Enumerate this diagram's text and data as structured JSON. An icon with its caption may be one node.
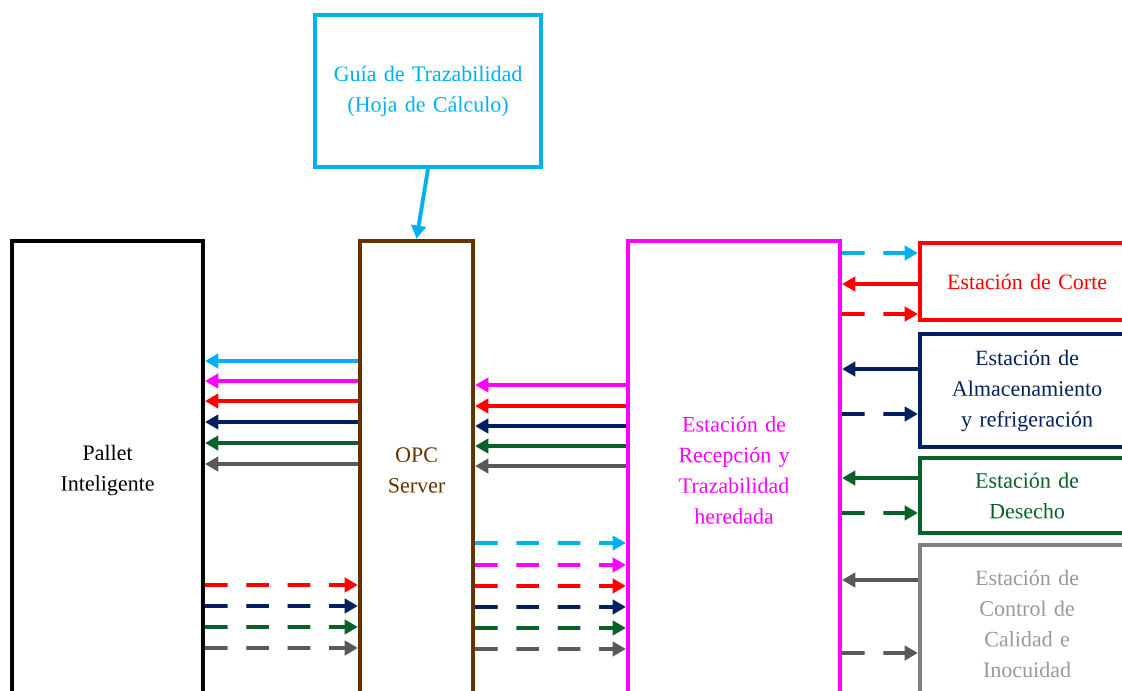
{
  "diagram": {
    "nodes": [
      {
        "text": [
          "Guía de Trazabilidad (Hoja de Cálculo)"
        ]
      },
      {
        "text": [
          "Pallet Inteligente"
        ]
      },
      {
        "text": [
          "OPC Server"
        ]
      },
      {
        "text": [
          "Estación de Recepción y Trazabilidad heredada"
        ]
      },
      {
        "text": [
          "Estación de Corte"
        ]
      },
      {
        "text": [
          "Estación de Almacenamiento y refrigeración"
        ]
      },
      {
        "text": [
          "Estación de Desecho"
        ]
      },
      {
        "text": [
          "Estación de Control de Calidad e Inocuidad"
        ]
      }
    ],
    "edges": [
      {
        "from": 0,
        "to": 2,
        "arrow": "to",
        "color": "#00b0f0"
      },
      {
        "from": 2,
        "to": 1,
        "arrow": "to",
        "color": "#00b0f0"
      },
      {
        "from": 2,
        "to": 1,
        "arrow": "to",
        "color": "#ff00ff"
      },
      {
        "from": 2,
        "to": 1,
        "arrow": "to",
        "color": "#ff0000"
      },
      {
        "from": 2,
        "to": 1,
        "arrow": "to",
        "color": "#002060"
      },
      {
        "from": 2,
        "to": 1,
        "arrow": "to",
        "color": "#0a6128"
      },
      {
        "from": 2,
        "to": 1,
        "arrow": "to",
        "color": "#595959"
      },
      {
        "from": 1,
        "to": 2,
        "arrow": "to",
        "style": "dashed",
        "color": "#ff0000"
      },
      {
        "from": 1,
        "to": 2,
        "arrow": "to",
        "style": "dashed",
        "color": "#002060"
      },
      {
        "from": 1,
        "to": 2,
        "arrow": "to",
        "style": "dashed",
        "color": "#0a6128"
      },
      {
        "from": 1,
        "to": 2,
        "arrow": "to",
        "style": "dashed",
        "color": "#595959"
      },
      {
        "from": 3,
        "to": 2,
        "arrow": "to",
        "color": "#ff00ff"
      },
      {
        "from": 3,
        "to": 2,
        "arrow": "to",
        "color": "#ff0000"
      },
      {
        "from": 3,
        "to": 2,
        "arrow": "to",
        "color": "#002060"
      },
      {
        "from": 3,
        "to": 2,
        "arrow": "to",
        "color": "#0a6128"
      },
      {
        "from": 3,
        "to": 2,
        "arrow": "to",
        "color": "#595959"
      },
      {
        "from": 2,
        "to": 3,
        "arrow": "to",
        "style": "dashed",
        "color": "#00b0f0"
      },
      {
        "from": 2,
        "to": 3,
        "arrow": "to",
        "style": "dashed",
        "color": "#ff00ff"
      },
      {
        "from": 2,
        "to": 3,
        "arrow": "to",
        "style": "dashed",
        "color": "#ff0000"
      },
      {
        "from": 2,
        "to": 3,
        "arrow": "to",
        "style": "dashed",
        "color": "#002060"
      },
      {
        "from": 2,
        "to": 3,
        "arrow": "to",
        "style": "dashed",
        "color": "#0a6128"
      },
      {
        "from": 2,
        "to": 3,
        "arrow": "to",
        "style": "dashed",
        "color": "#595959"
      },
      {
        "from": 3,
        "to": 4,
        "arrow": "to",
        "style": "dashed",
        "color": "#00b0f0"
      },
      {
        "from": 4,
        "to": 3,
        "arrow": "to",
        "color": "#ff0000"
      },
      {
        "from": 3,
        "to": 4,
        "arrow": "to",
        "style": "dashed",
        "color": "#ff0000"
      },
      {
        "from": 5,
        "to": 3,
        "arrow": "to",
        "color": "#002060"
      },
      {
        "from": 3,
        "to": 5,
        "arrow": "to",
        "style": "dashed",
        "color": "#002060"
      },
      {
        "from": 6,
        "to": 3,
        "arrow": "to",
        "color": "#0a6128"
      },
      {
        "from": 3,
        "to": 6,
        "arrow": "to",
        "style": "dashed",
        "color": "#0a6128"
      },
      {
        "from": 7,
        "to": 3,
        "arrow": "to",
        "color": "#595959"
      },
      {
        "from": 3,
        "to": 7,
        "arrow": "to",
        "style": "dashed",
        "color": "#595959"
      }
    ]
  }
}
